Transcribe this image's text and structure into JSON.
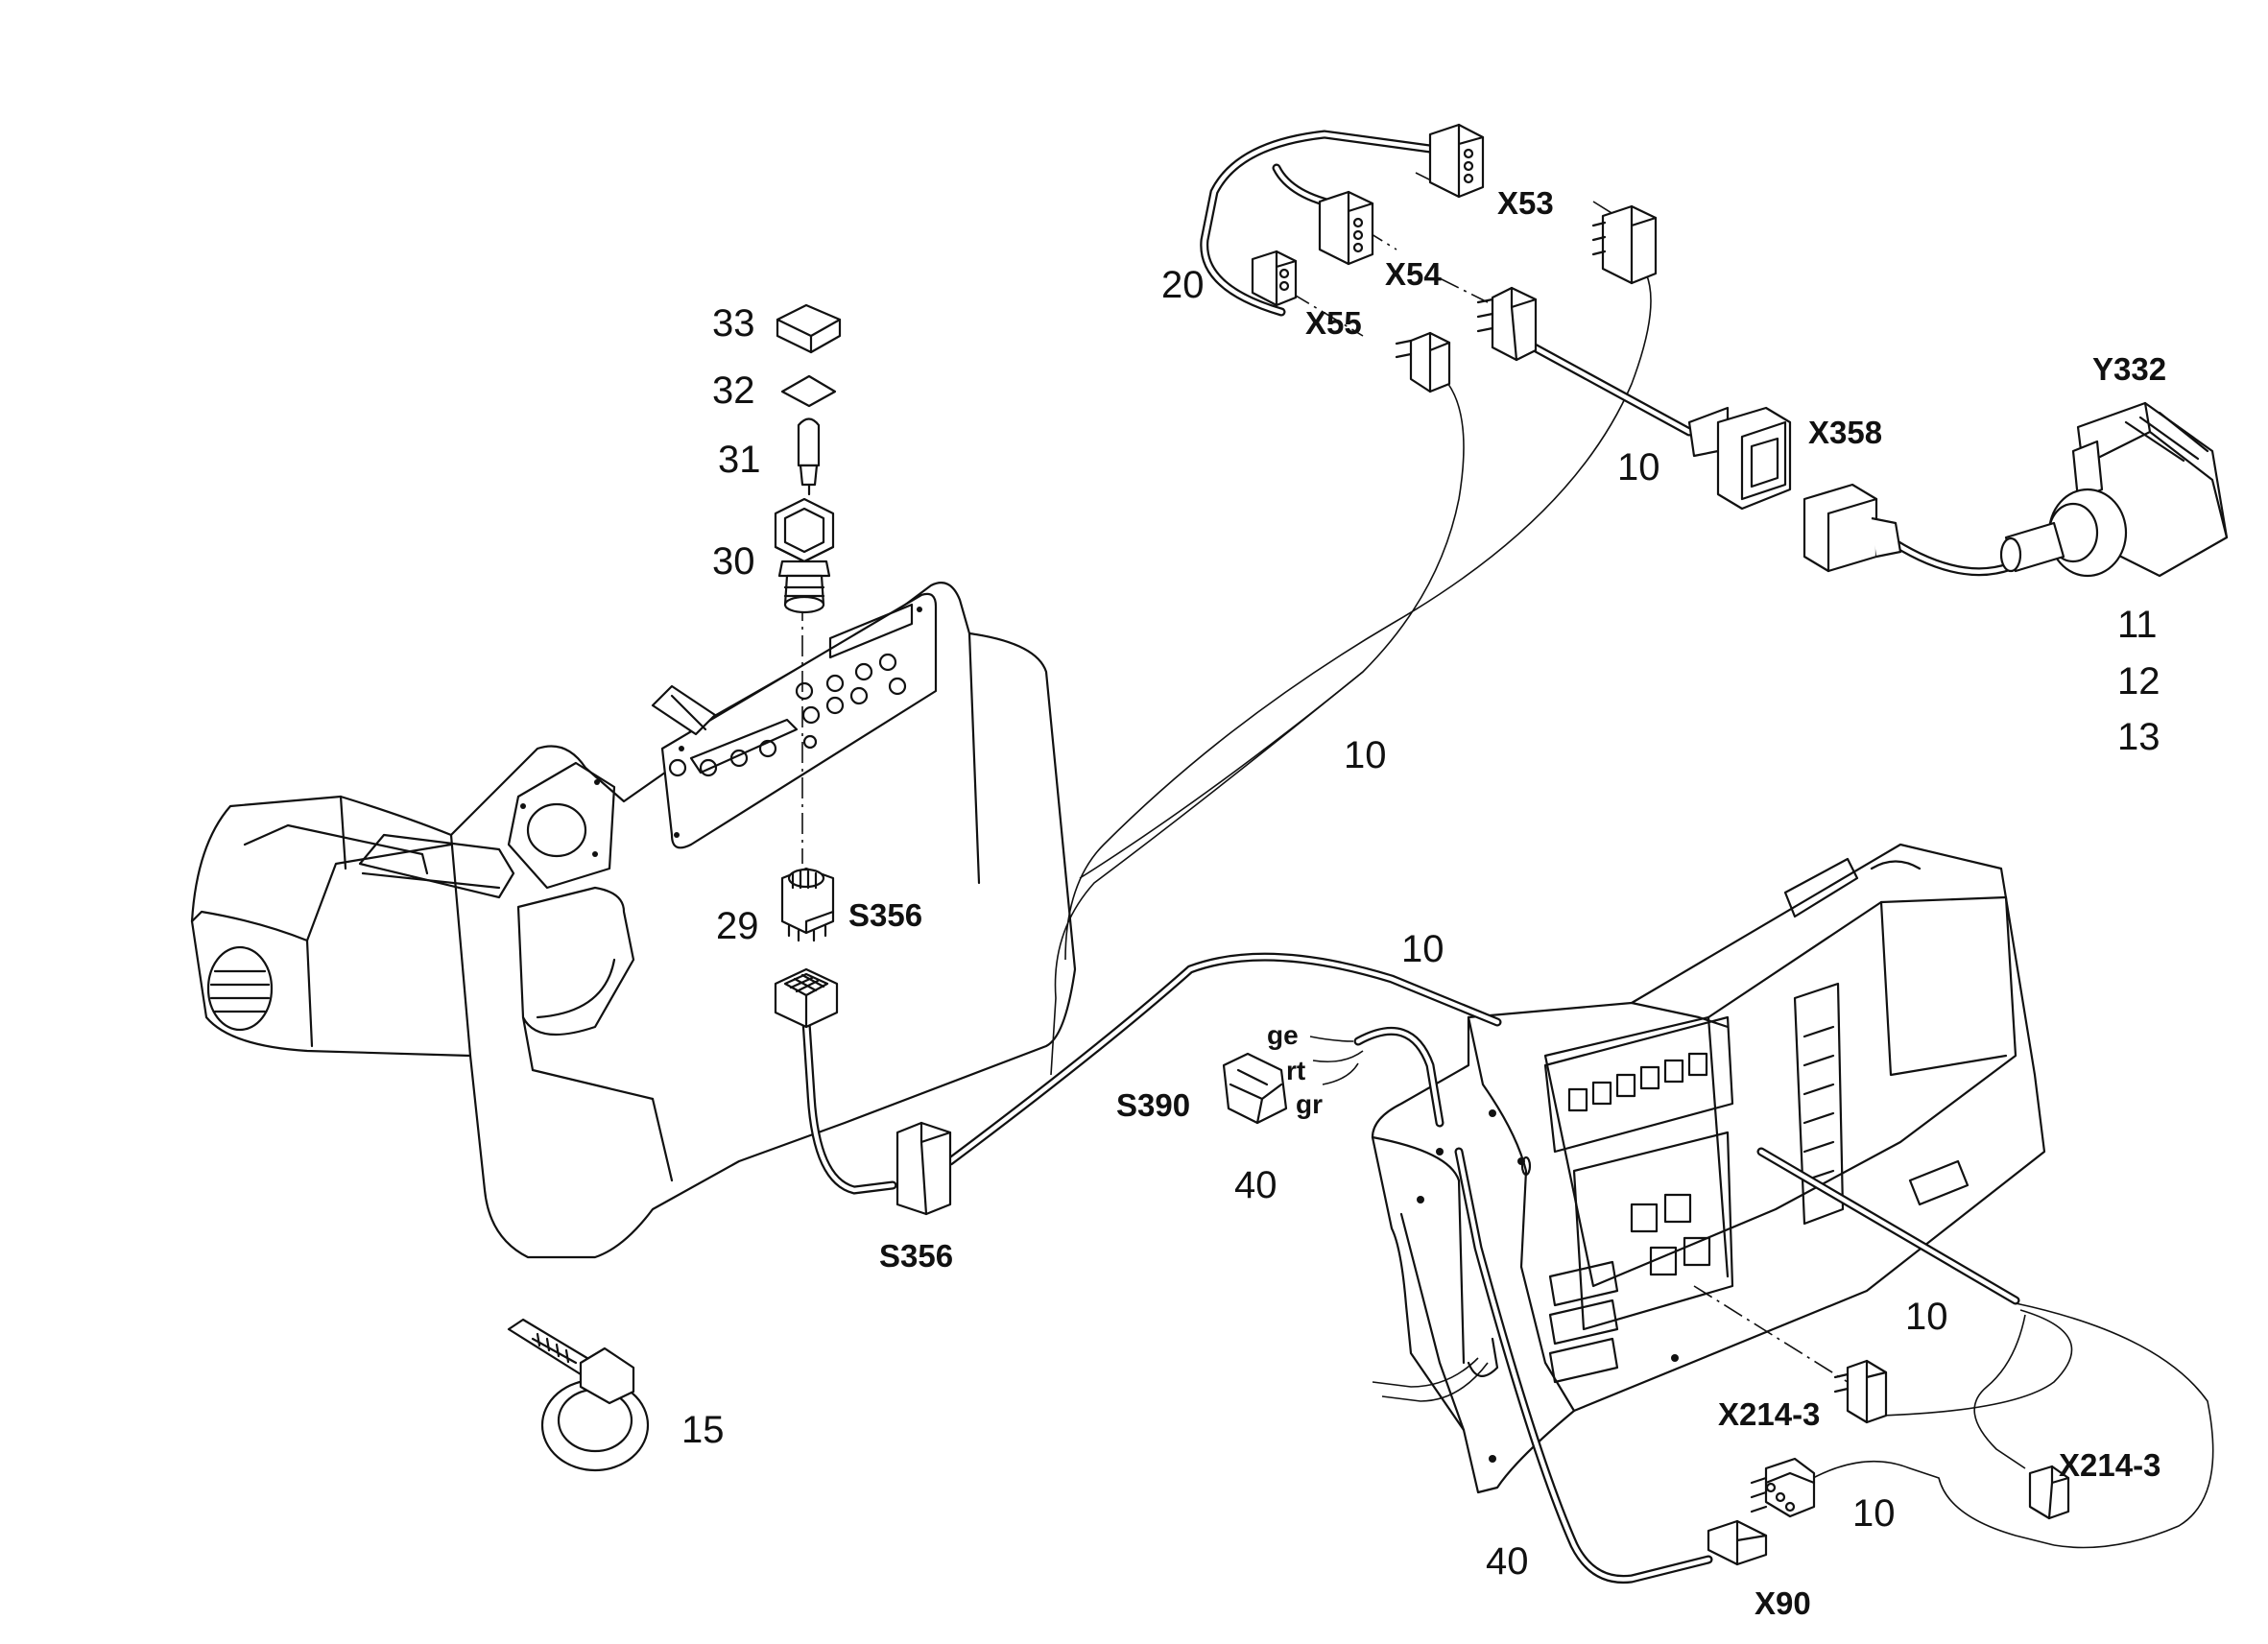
{
  "callouts": {
    "c33": "33",
    "c32": "32",
    "c31": "31",
    "c30": "30",
    "c29": "29",
    "c20": "20",
    "c10a": "10",
    "c10b": "10",
    "c10c": "10",
    "c10d": "10",
    "c10e": "10",
    "c11": "11",
    "c12": "12",
    "c13": "13",
    "c15": "15",
    "c40a": "40",
    "c40b": "40"
  },
  "connectors": {
    "x53": "X53",
    "x54": "X54",
    "x55": "X55",
    "x358": "X358",
    "y332": "Y332",
    "s356a": "S356",
    "s356b": "S356",
    "s390": "S390",
    "x214a": "X214-3",
    "x214b": "X214-3",
    "x90": "X90"
  },
  "wire_colors": {
    "ge": "ge",
    "rt": "rt",
    "gr": "gr"
  }
}
